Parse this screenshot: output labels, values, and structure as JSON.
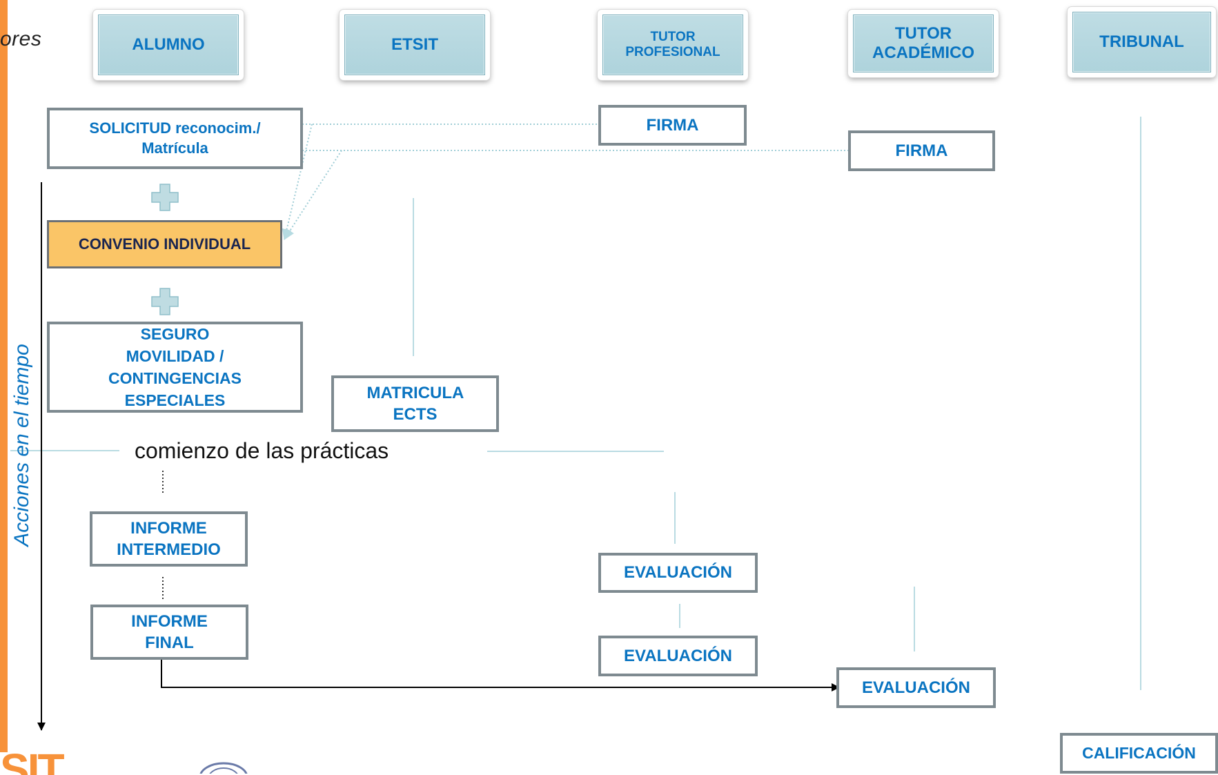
{
  "actors_label": "ores",
  "time_axis_label": "Acciones en el tiempo",
  "logo_text": "SIT",
  "headers": {
    "alumno": "ALUMNO",
    "etsit": "ETSIT",
    "tutor_profesional": "TUTOR PROFESIONAL",
    "tutor_academico": "TUTOR ACADÉMICO",
    "tribunal": "TRIBUNAL"
  },
  "boxes": {
    "solicitud": "SOLICITUD reconocim./ Matrícula",
    "convenio": "CONVENIO INDIVIDUAL",
    "seguro": "SEGURO MOVILIDAD / CONTINGENCIAS ESPECIALES",
    "matricula_ects": "MATRICULA ECTS",
    "firma_profesional": "FIRMA",
    "firma_academico": "FIRMA",
    "informe_intermedio": "INFORME INTERMEDIO",
    "informe_final": "INFORME FINAL",
    "evaluacion_profesional_1": "EVALUACIÓN",
    "evaluacion_profesional_2": "EVALUACIÓN",
    "evaluacion_academico": "EVALUACIÓN",
    "calificacion": "CALIFICACIÓN"
  },
  "phase_label": "comienzo de las prácticas",
  "colors": {
    "accent_orange": "#f7923a",
    "text_blue": "#0a74c1",
    "header_fill": "#b5d7df",
    "highlight_fill": "#fac567",
    "box_border": "#7e8a90",
    "connector_teal": "#9fcdd6"
  },
  "icons": [
    "plus-icon",
    "crest-logo"
  ]
}
